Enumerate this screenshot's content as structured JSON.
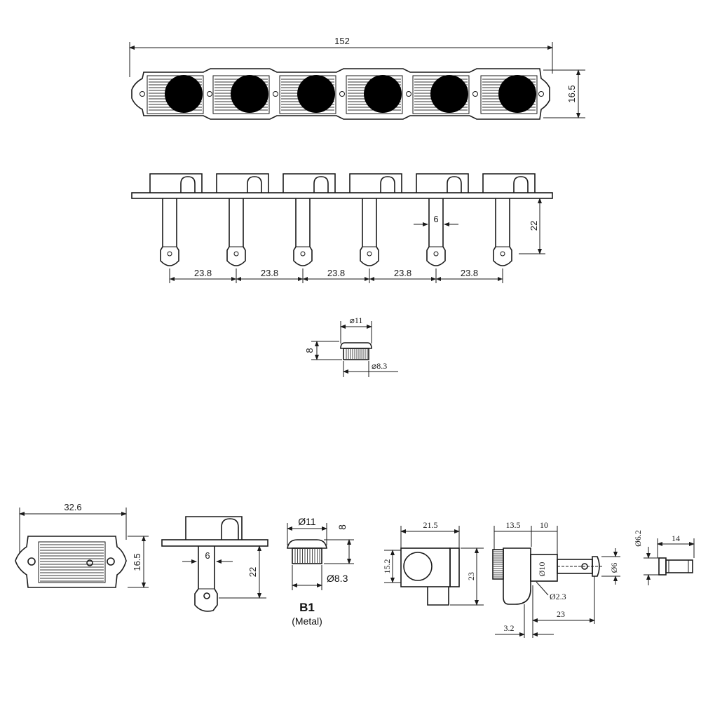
{
  "colors": {
    "ink": "#1a1a1a",
    "background": "#ffffff",
    "knob": "#000000"
  },
  "top_view": {
    "overall_length": "152",
    "height": "16.5"
  },
  "side_view": {
    "shaft_diameter": "6",
    "shaft_length": "22",
    "spacing": [
      "23.8",
      "23.8",
      "23.8",
      "23.8",
      "23.8"
    ]
  },
  "bushing": {
    "outer_diameter": "⌀11",
    "height": "8",
    "inner_diameter": "⌀8.3"
  },
  "single_top": {
    "width": "32.6",
    "height": "16.5"
  },
  "single_side": {
    "shaft_diameter": "6",
    "shaft_length": "22"
  },
  "b1": {
    "outer_diameter": "Ø11",
    "height": "8",
    "inner_diameter": "Ø8.3",
    "title": "B1",
    "subtitle": "(Metal)"
  },
  "gear_front": {
    "width": "21.5",
    "height": "23",
    "knob_height": "15.2"
  },
  "gear_side": {
    "dim_a": "13.5",
    "dim_b": "10",
    "post_diameter": "Ø10",
    "hole_diameter": "Ø6",
    "pin_diameter": "Ø2.3",
    "length": "23",
    "offset": "3.2"
  },
  "washer": {
    "diameter": "Ø6.2",
    "length": "14"
  }
}
